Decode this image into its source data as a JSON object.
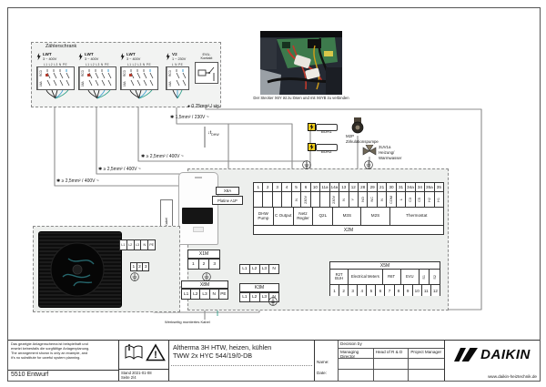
{
  "icons": {
    "cable_star": "✱",
    "dot": "●",
    "arrow_down": "↓"
  },
  "colors": {
    "wire_blue": "#4aa0d0",
    "wire_teal": "#2fa089",
    "bolt_yellow": "#f2cf1d",
    "pcb_green": "#3d7a4c",
    "brand_black": "#0a0a0a"
  },
  "zaehlerschrank": {
    "title": "Zählerschrank",
    "groups": [
      {
        "name": "LWT",
        "voltage": "3 ~ 400V",
        "rcd": "RCD",
        "amp": "16A",
        "wires": "L1 L2 L3 N PE"
      },
      {
        "name": "LWT",
        "voltage": "3 ~ 400V",
        "rcd": "RCD",
        "amp": "16A",
        "wires": "L1 L2 L3 N PE"
      },
      {
        "name": "LWT",
        "voltage": "3 ~ 400V",
        "rcd": "RCD",
        "amp": "16A",
        "wires": "L1 L2 L3 N PE"
      },
      {
        "name": "V2",
        "voltage": "1 ~ 230V",
        "rcd": "RCD",
        "amp": "16A",
        "wires": "L N PE"
      }
    ],
    "evu_line1": "EVU-",
    "evu_line2": "Kontakt"
  },
  "photo": {
    "caption": "Der Stecker X6Y ist zu lösen und mit X6YB zu verbinden"
  },
  "cables": {
    "sig": "0,75mm² / sig.",
    "v230": "1,5mm² / 230V ~",
    "v400_1": "≥ 2,5mm² / 400V ~",
    "v400_2": "≥ 2,5mm² / 400V ~",
    "v400_3": "≥ 2,5mm² / 400V ~",
    "c25": "2,5mm²",
    "tdhw_t": "t",
    "tdhw_sub": "DHW",
    "factory_cable": "Werkseitig montiertes Kabel"
  },
  "components": {
    "boh1": "BOH1",
    "boh2": "BOH2",
    "m2p": "M2P",
    "m2p_desc": "Zirkulationspumpe",
    "uv3": "3UV1a",
    "uv3_desc1": "Heizung/",
    "uv3_desc2": "Warmwasser",
    "x8a": "X8A",
    "platine": "Platine A1P"
  },
  "x1m": {
    "label": "X1M",
    "t": [
      "1",
      "2",
      "3"
    ]
  },
  "x8m": {
    "label": "X8M",
    "t": [
      "L1",
      "L2",
      "L3",
      "N",
      "PE"
    ]
  },
  "k3m": {
    "label": "K3M",
    "top": [
      "L1",
      "L2",
      "L3",
      "N"
    ],
    "bottom": [
      "L1",
      "L2",
      "L3",
      "N"
    ]
  },
  "outdoor": {
    "t1": [
      "L1",
      "L2",
      "L3",
      "N",
      "PE"
    ],
    "t2": [
      "1",
      "2",
      "3"
    ]
  },
  "x2m": {
    "label": "X2M",
    "cells": [
      {
        "n": "1",
        "s": ""
      },
      {
        "n": "2",
        "s": ""
      },
      {
        "n": "3",
        "s": ""
      },
      {
        "n": "4",
        "s": ""
      },
      {
        "n": "5",
        "s": "N"
      },
      {
        "n": "6",
        "s": "230V"
      },
      {
        "n": "10",
        "s": ""
      },
      {
        "n": "11a",
        "s": ""
      },
      {
        "n": "14a",
        "s": "230V"
      },
      {
        "n": "13",
        "s": "N"
      },
      {
        "n": "12",
        "s": "Y"
      },
      {
        "n": "28",
        "s": "NO"
      },
      {
        "n": "29",
        "s": "NC"
      },
      {
        "n": "21",
        "s": "N"
      },
      {
        "n": "30",
        "s": "COM"
      },
      {
        "n": "31",
        "s": "L"
      },
      {
        "n": "34a",
        "s": "C3"
      },
      {
        "n": "34",
        "s": "C5"
      },
      {
        "n": "35a",
        "s": "H2"
      },
      {
        "n": "35",
        "s": "H1"
      }
    ],
    "groups": [
      "DHW Pump",
      "C Output",
      "Netz Regler",
      "Q2L",
      "M3S",
      "M2S",
      "Thermostat"
    ]
  },
  "x5m": {
    "label": "X5M",
    "groups": [
      "R2T BUH",
      "Electrical Meters",
      "R6T",
      "EVU",
      "S1",
      "S2"
    ],
    "numbers": [
      "1",
      "2",
      "3",
      "4",
      "5",
      "6",
      "7",
      "8",
      "9",
      "10",
      "11",
      "12"
    ]
  },
  "footer": {
    "disclaimer": [
      "Das gezeigte Anlagenschema ist beispielhaft und",
      "ersetzt keinesfalls die sorgfältige Anlagenplanung.",
      "The arrangement shown is only an example, and",
      "it's no substitute for careful system planning."
    ],
    "doc_number": "5510 Entwurf",
    "stand": "Stand 2021-01-08",
    "seite": "Seite 2/4",
    "title_line1": "Altherma 3H HTW, heizen, kühlen",
    "title_line2": "TWW 2x HYC 544/19/0-DB",
    "decision_by": "Decision by",
    "decision_cols": [
      "Managing Director",
      "Head of R & D",
      "Project Manager"
    ],
    "row_name": "Name:",
    "row_date": "Date:",
    "brand": "DAIKIN",
    "url": "www.daikin-heiztechnik.de"
  }
}
